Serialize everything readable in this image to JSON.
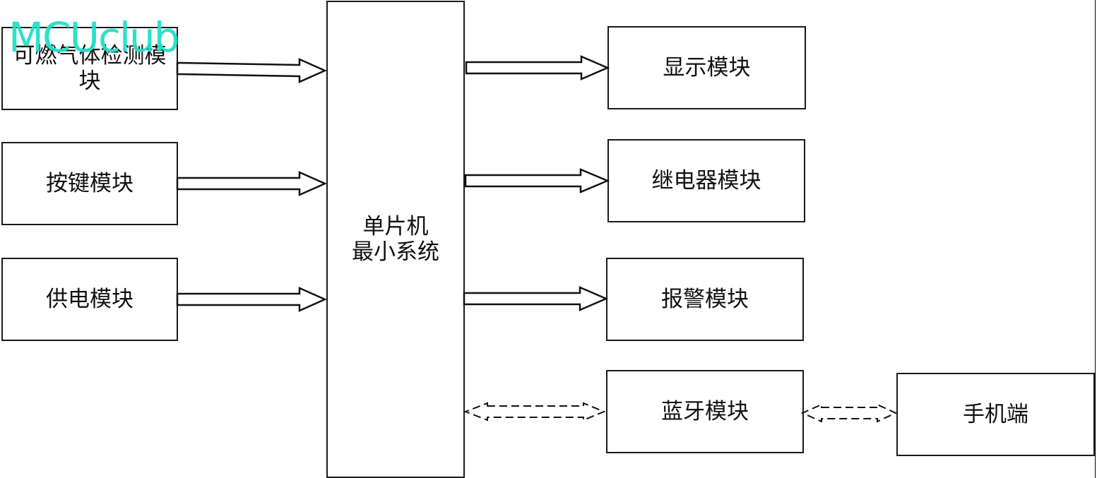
{
  "watermark": "MCUclub",
  "center": {
    "line1": "单片机",
    "line2": "最小系统"
  },
  "inputs": [
    {
      "id": "gas",
      "label": "可燃气体检测模\n块"
    },
    {
      "id": "keys",
      "label": "按键模块"
    },
    {
      "id": "power",
      "label": "供电模块"
    }
  ],
  "outputs": [
    {
      "id": "display",
      "label": "显示模块"
    },
    {
      "id": "relay",
      "label": "继电器模块"
    },
    {
      "id": "alarm",
      "label": "报警模块"
    },
    {
      "id": "bluetooth",
      "label": "蓝牙模块"
    }
  ],
  "phone": {
    "label": "手机端"
  }
}
